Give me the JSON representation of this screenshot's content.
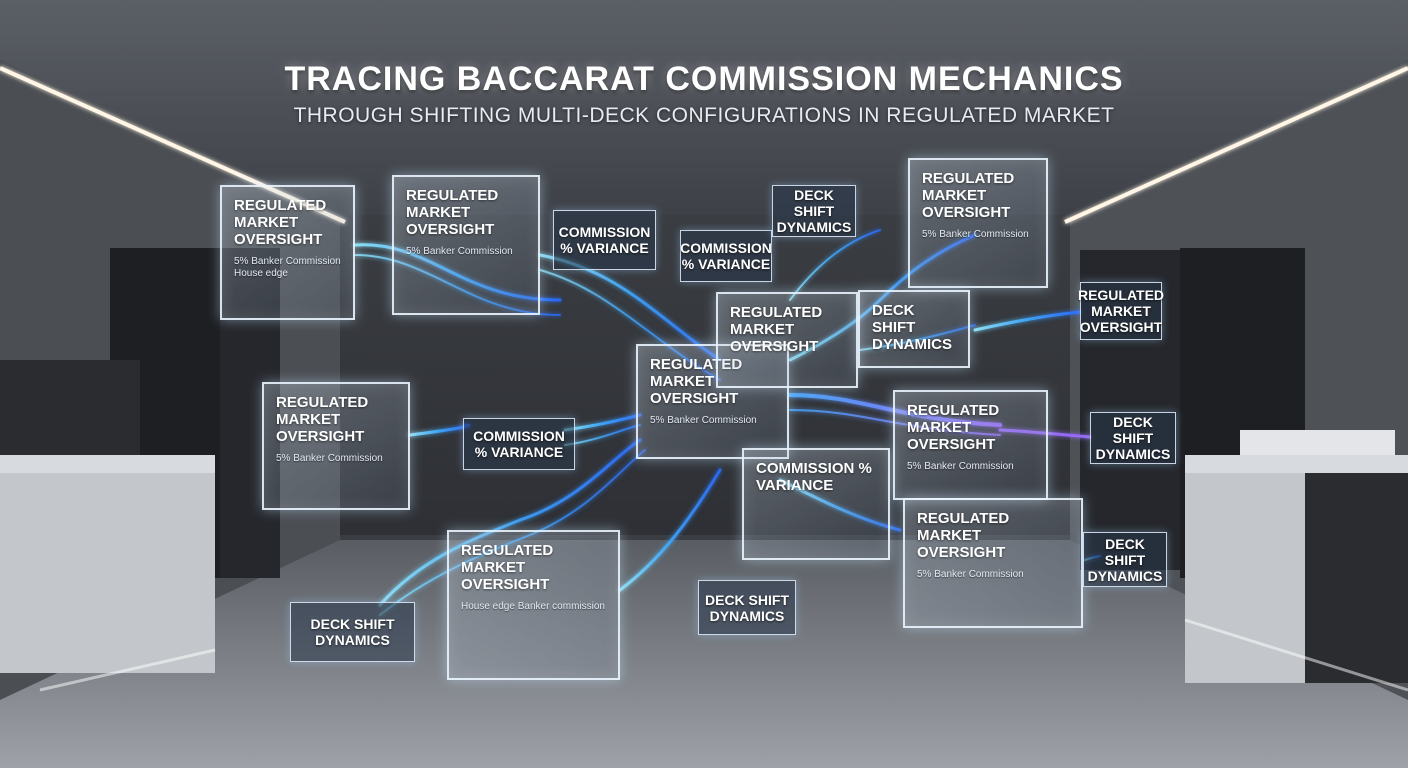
{
  "header": {
    "title": "TRACING BACCARAT COMMISSION MECHANICS",
    "subtitle": "THROUGH SHIFTING MULTI-DECK CONFIGURATIONS IN REGULATED MARKET"
  },
  "labels": {
    "oversight": "REGULATED MARKET OVERSIGHT",
    "variance": "COMMISSION % VARIANCE",
    "deck_shift": "DECK SHIFT DYNAMICS"
  },
  "notes": {
    "box1": "5% Banker Commission House edge",
    "box2": "5% Banker Commission",
    "box3": "5% Banker Commission",
    "box4": "5% Banker Commission",
    "box5": "House edge Banker commission",
    "box6": "5% Banker Commission",
    "box7": "5% Banker Commission",
    "box8": "5% Banker Commission"
  },
  "colors": {
    "flow_blue": "#3fa9ff",
    "flow_cyan": "#5fe3ff",
    "flow_violet": "#9a6bff"
  }
}
